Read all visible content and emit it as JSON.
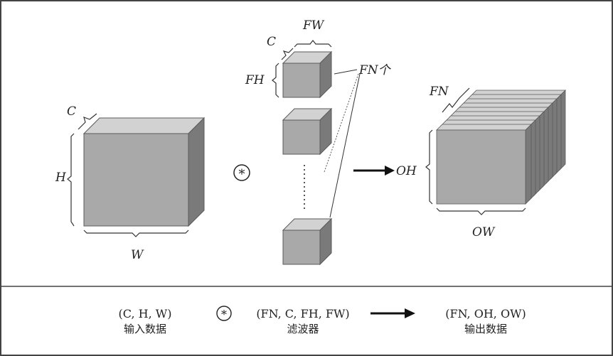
{
  "labels": {
    "input_c": "C",
    "input_h": "H",
    "input_w": "W",
    "filter_c": "C",
    "filter_fw": "FW",
    "filter_fh": "FH",
    "filter_count": "FN个",
    "output_fn": "FN",
    "output_oh": "OH",
    "output_ow": "OW",
    "conv_symbol": "*"
  },
  "captions": {
    "input_shape": "(C, H, W)",
    "input_name": "输入数据",
    "filter_shape": "(FN, C, FH, FW)",
    "filter_name": "滤波器",
    "output_shape": "(FN, OH, OW)",
    "output_name": "输出数据",
    "conv_symbol": "*"
  },
  "colors": {
    "front": "#a9a9a9",
    "top": "#d2d2d2",
    "side": "#7a7a7a",
    "edge": "#5a5a5a",
    "line": "#333333"
  }
}
